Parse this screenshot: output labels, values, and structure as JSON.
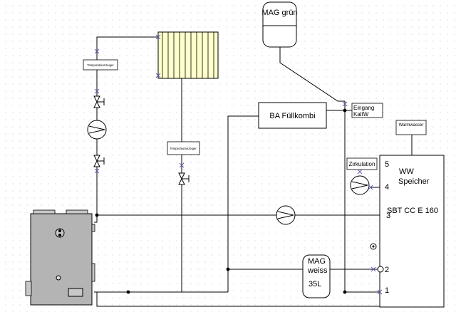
{
  "labels": {
    "mag_gruen": "MAG grün",
    "ba_fuellkombi": "BA Füllkombi",
    "eingang_line1": "Eingang",
    "eingang_line2": "KaltW",
    "warmwasser": "Warmwasser",
    "zirkulation": "Zirkulation",
    "temp_anzeiger_left": "Temperaturanzeiger",
    "temp_anzeiger_mid": "Temperaturanzeiger",
    "ww_speicher_line1": "WW",
    "ww_speicher_line2": "Speicher",
    "sbt_model": "SBT CC E 160",
    "mag_weiss_line1": "MAG",
    "mag_weiss_line2": "weiss",
    "mag_weiss_line3": "35L",
    "port_1": "1",
    "port_2": "2",
    "port_3": "3",
    "port_4": "4",
    "port_5": "5"
  },
  "colors": {
    "line": "#000000",
    "boiler_fill": "#b4b4b4",
    "radiator_fill": "#ffffcc",
    "cross_marker": "#5a5ab4",
    "background": "#ffffff"
  }
}
